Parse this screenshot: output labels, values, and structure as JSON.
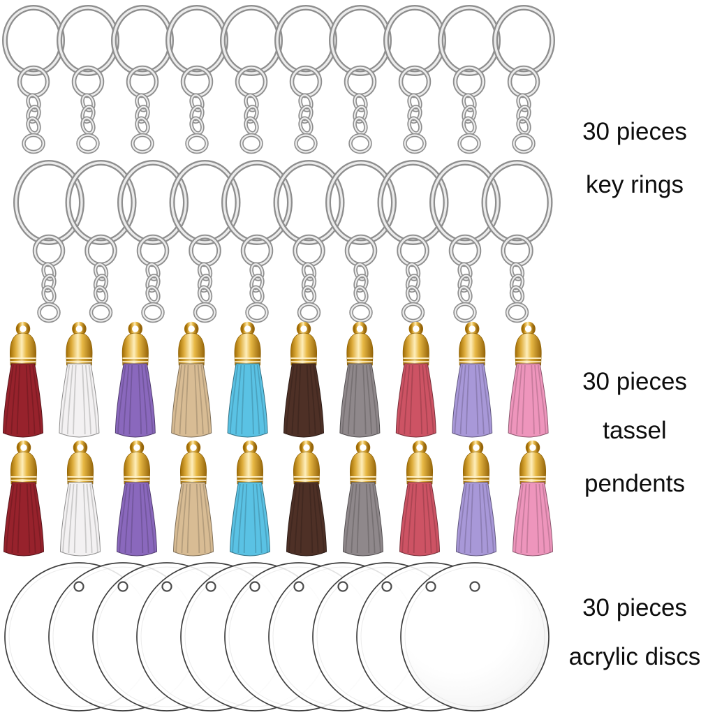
{
  "image_type": "product kit collage photo",
  "background_color": "#ffffff",
  "labels": {
    "key_rings": {
      "line1": "30 pieces",
      "line2": "key rings"
    },
    "tassels": {
      "line1": "30 pieces",
      "line2": "tassel",
      "line3": "pendents"
    },
    "discs": {
      "line1": "30 pieces",
      "line2": "acrylic discs"
    }
  },
  "products": {
    "key_rings": {
      "name": "split key rings with chain",
      "metal_dark": "#8e8e8e",
      "metal_light": "#ececec",
      "rows": [
        {
          "count": 10
        },
        {
          "count": 10
        }
      ]
    },
    "tassel_pendants": {
      "name": "suede tassel pendants with gold caps",
      "cap_color": "#e8b945",
      "rows": 2,
      "colors": [
        {
          "name": "dark-red",
          "hex": "#97222c"
        },
        {
          "name": "white",
          "hex": "#f3f1f2"
        },
        {
          "name": "purple",
          "hex": "#8a68bd"
        },
        {
          "name": "tan",
          "hex": "#d8bc94"
        },
        {
          "name": "turquoise",
          "hex": "#5ac2e4"
        },
        {
          "name": "dark-brown",
          "hex": "#4e3026"
        },
        {
          "name": "gray",
          "hex": "#8f888b"
        },
        {
          "name": "rose-red",
          "hex": "#cd5364"
        },
        {
          "name": "lilac",
          "hex": "#a898d8"
        },
        {
          "name": "pink",
          "hex": "#ee95bc"
        }
      ]
    },
    "acrylic_discs": {
      "name": "clear round acrylic discs with hole",
      "count": 10,
      "edge_color": "#3f3f3f"
    }
  }
}
